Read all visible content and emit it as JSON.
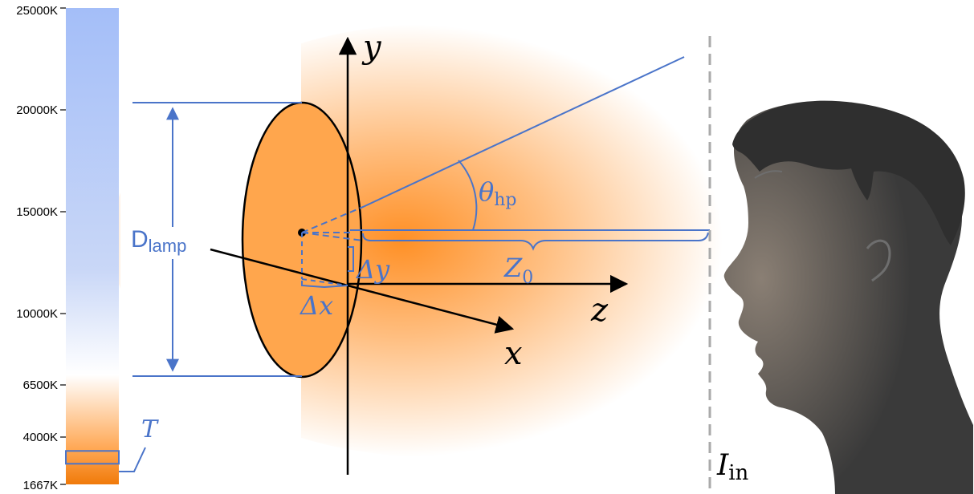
{
  "colorbar": {
    "ticks": [
      {
        "label": "25000K",
        "value": 25000
      },
      {
        "label": "20000K",
        "value": 20000
      },
      {
        "label": "15000K",
        "value": 15000
      },
      {
        "label": "10000K",
        "value": 10000
      },
      {
        "label": "6500K",
        "value": 6500
      },
      {
        "label": "4000K",
        "value": 4000
      },
      {
        "label": "1667K",
        "value": 1667
      }
    ],
    "selected_value": 3000,
    "selection_label": "T",
    "colors": {
      "top": "#a4bef8",
      "mid": "#c9d7f7",
      "white": "#ffffff",
      "warm": "#ffa54f",
      "bottom": "#f07a0a"
    }
  },
  "axes": {
    "y_label": "y",
    "z_label": "z",
    "x_label": "x"
  },
  "lamp": {
    "diameter_label_main": "D",
    "diameter_label_sub": "lamp",
    "fill_color": "#ffa64d"
  },
  "annotations": {
    "theta_main": "θ",
    "theta_sub": "hp",
    "z0_main": "Z",
    "z0_sub": "0",
    "dx_label": "Δx",
    "dy_label": "Δy",
    "iin_main": "I",
    "iin_sub": "in"
  },
  "colors": {
    "accent_blue": "#4a74c9",
    "glow_orange": "#ff8a1a",
    "head": "#3a3a3a",
    "screen_dash": "#aaaaaa"
  },
  "icons": {
    "viewer": "human-head-profile-icon"
  }
}
